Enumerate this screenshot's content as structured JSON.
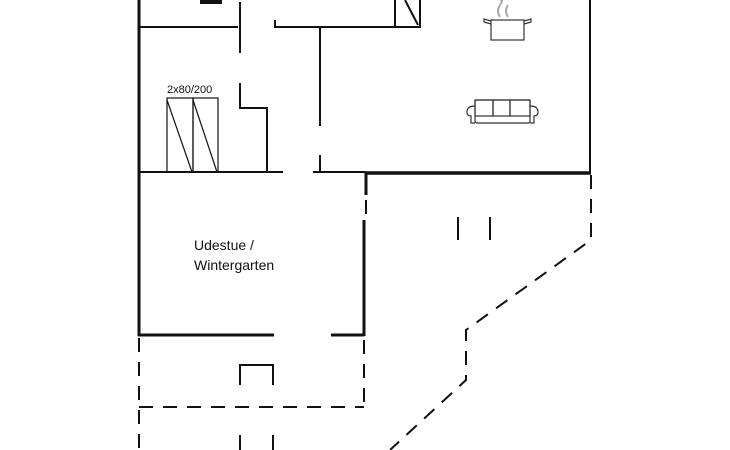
{
  "labels": {
    "wardrobe": "2x80/200",
    "room_line1": "Udestue /",
    "room_line2": "Wintergarten"
  },
  "colors": {
    "wall": "#111111",
    "furniture": "#333333",
    "steam": "#aaaaaa"
  }
}
